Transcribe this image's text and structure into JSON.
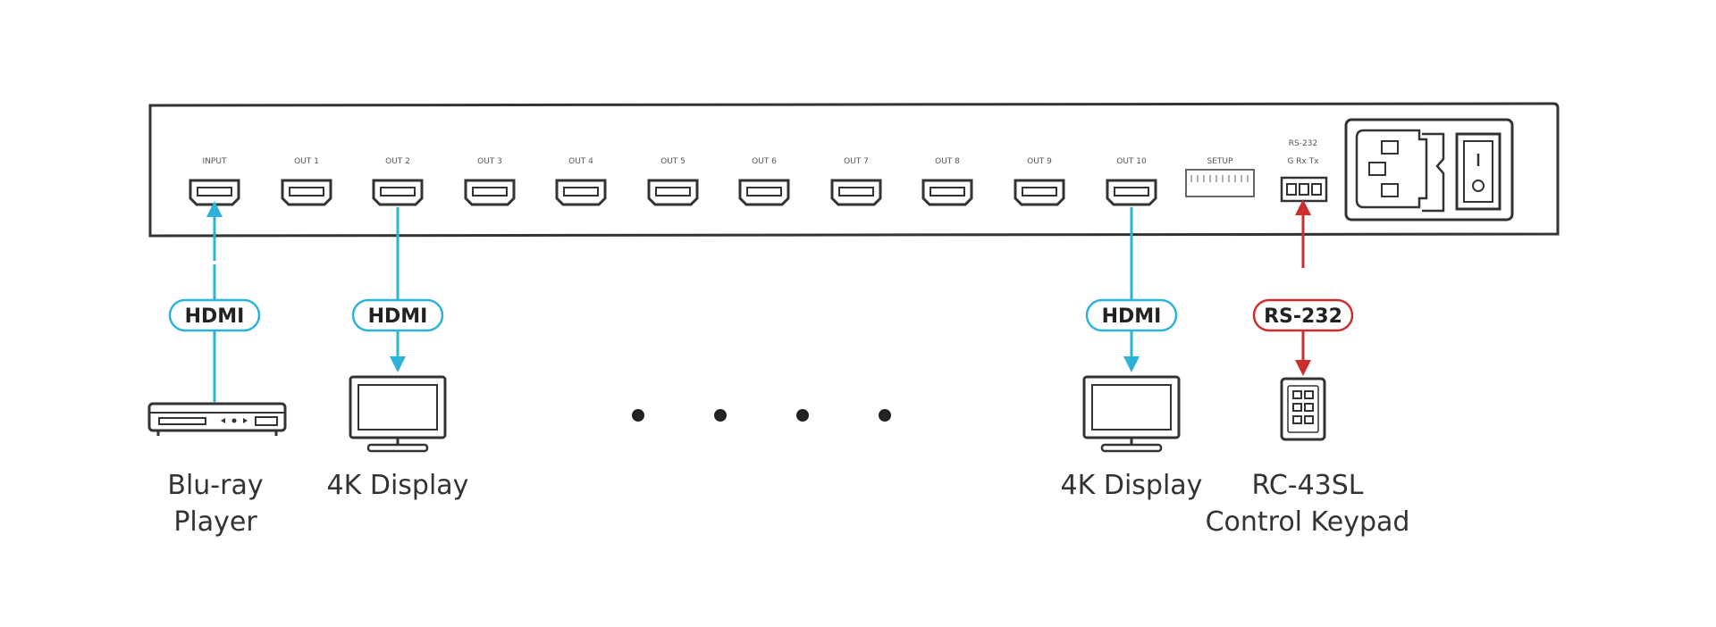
{
  "panel": {
    "ports": [
      {
        "id": "input",
        "label": "INPUT"
      },
      {
        "id": "out1",
        "label": "OUT 1"
      },
      {
        "id": "out2",
        "label": "OUT 2"
      },
      {
        "id": "out3",
        "label": "OUT 3"
      },
      {
        "id": "out4",
        "label": "OUT 4"
      },
      {
        "id": "out5",
        "label": "OUT 5"
      },
      {
        "id": "out6",
        "label": "OUT 6"
      },
      {
        "id": "out7",
        "label": "OUT 7"
      },
      {
        "id": "out8",
        "label": "OUT 8"
      },
      {
        "id": "out9",
        "label": "OUT 9"
      },
      {
        "id": "out10",
        "label": "OUT 10"
      }
    ],
    "setup_label": "SETUP",
    "rs232_label": "RS-232",
    "rs232_pins_label": "G Rx Tx"
  },
  "connections": {
    "hdmi_label": "HDMI",
    "rs232_label": "RS-232"
  },
  "devices": {
    "bluray_line1": "Blu-ray",
    "bluray_line2": "Player",
    "display_a": "4K Display",
    "display_b": "4K Display",
    "keypad_line1": "RC-43SL",
    "keypad_line2": "Control Keypad"
  },
  "colors": {
    "hdmi": "#2bb3d9",
    "rs232": "#cc2e2e",
    "device_outline": "#333333",
    "panel_outline": "#333333"
  },
  "icons": {
    "hdmi_port": "hdmi-port-icon",
    "bluray": "bluray-player-icon",
    "display": "monitor-icon",
    "keypad": "keypad-icon",
    "power_socket": "power-socket-icon",
    "power_switch": "power-switch-icon"
  }
}
